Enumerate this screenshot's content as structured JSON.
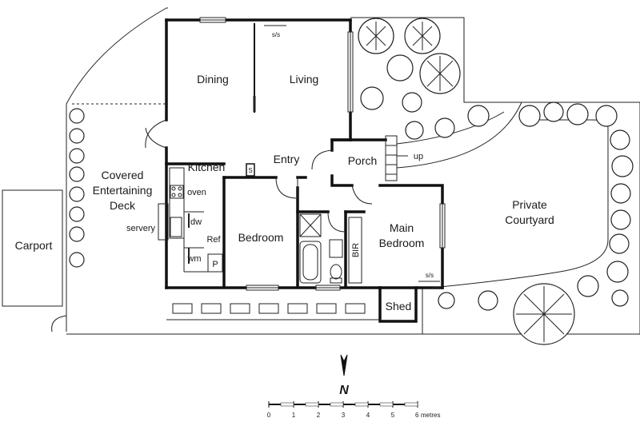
{
  "rooms": {
    "dining": "Dining",
    "living": "Living",
    "ss_top": "s/s",
    "entry": "Entry",
    "porch": "Porch",
    "up": "up",
    "kitchen": "Kitchen",
    "s": "S",
    "oven": "oven",
    "dw": "dw",
    "ref": "Ref",
    "wm": "wm",
    "p": "P",
    "servery": "servery",
    "covered": [
      "Covered",
      "Entertaining",
      "Deck"
    ],
    "carport": "Carport",
    "bedroom": "Bedroom",
    "main_bedroom": [
      "Main",
      "Bedroom"
    ],
    "bir": "BIR",
    "ss_main": "s/s",
    "shed": "Shed",
    "courtyard": [
      "Private",
      "Courtyard"
    ]
  },
  "north": "N",
  "scale": {
    "ticks": [
      "0",
      "1",
      "2",
      "3",
      "4",
      "5",
      "6"
    ],
    "unit": "metres"
  }
}
